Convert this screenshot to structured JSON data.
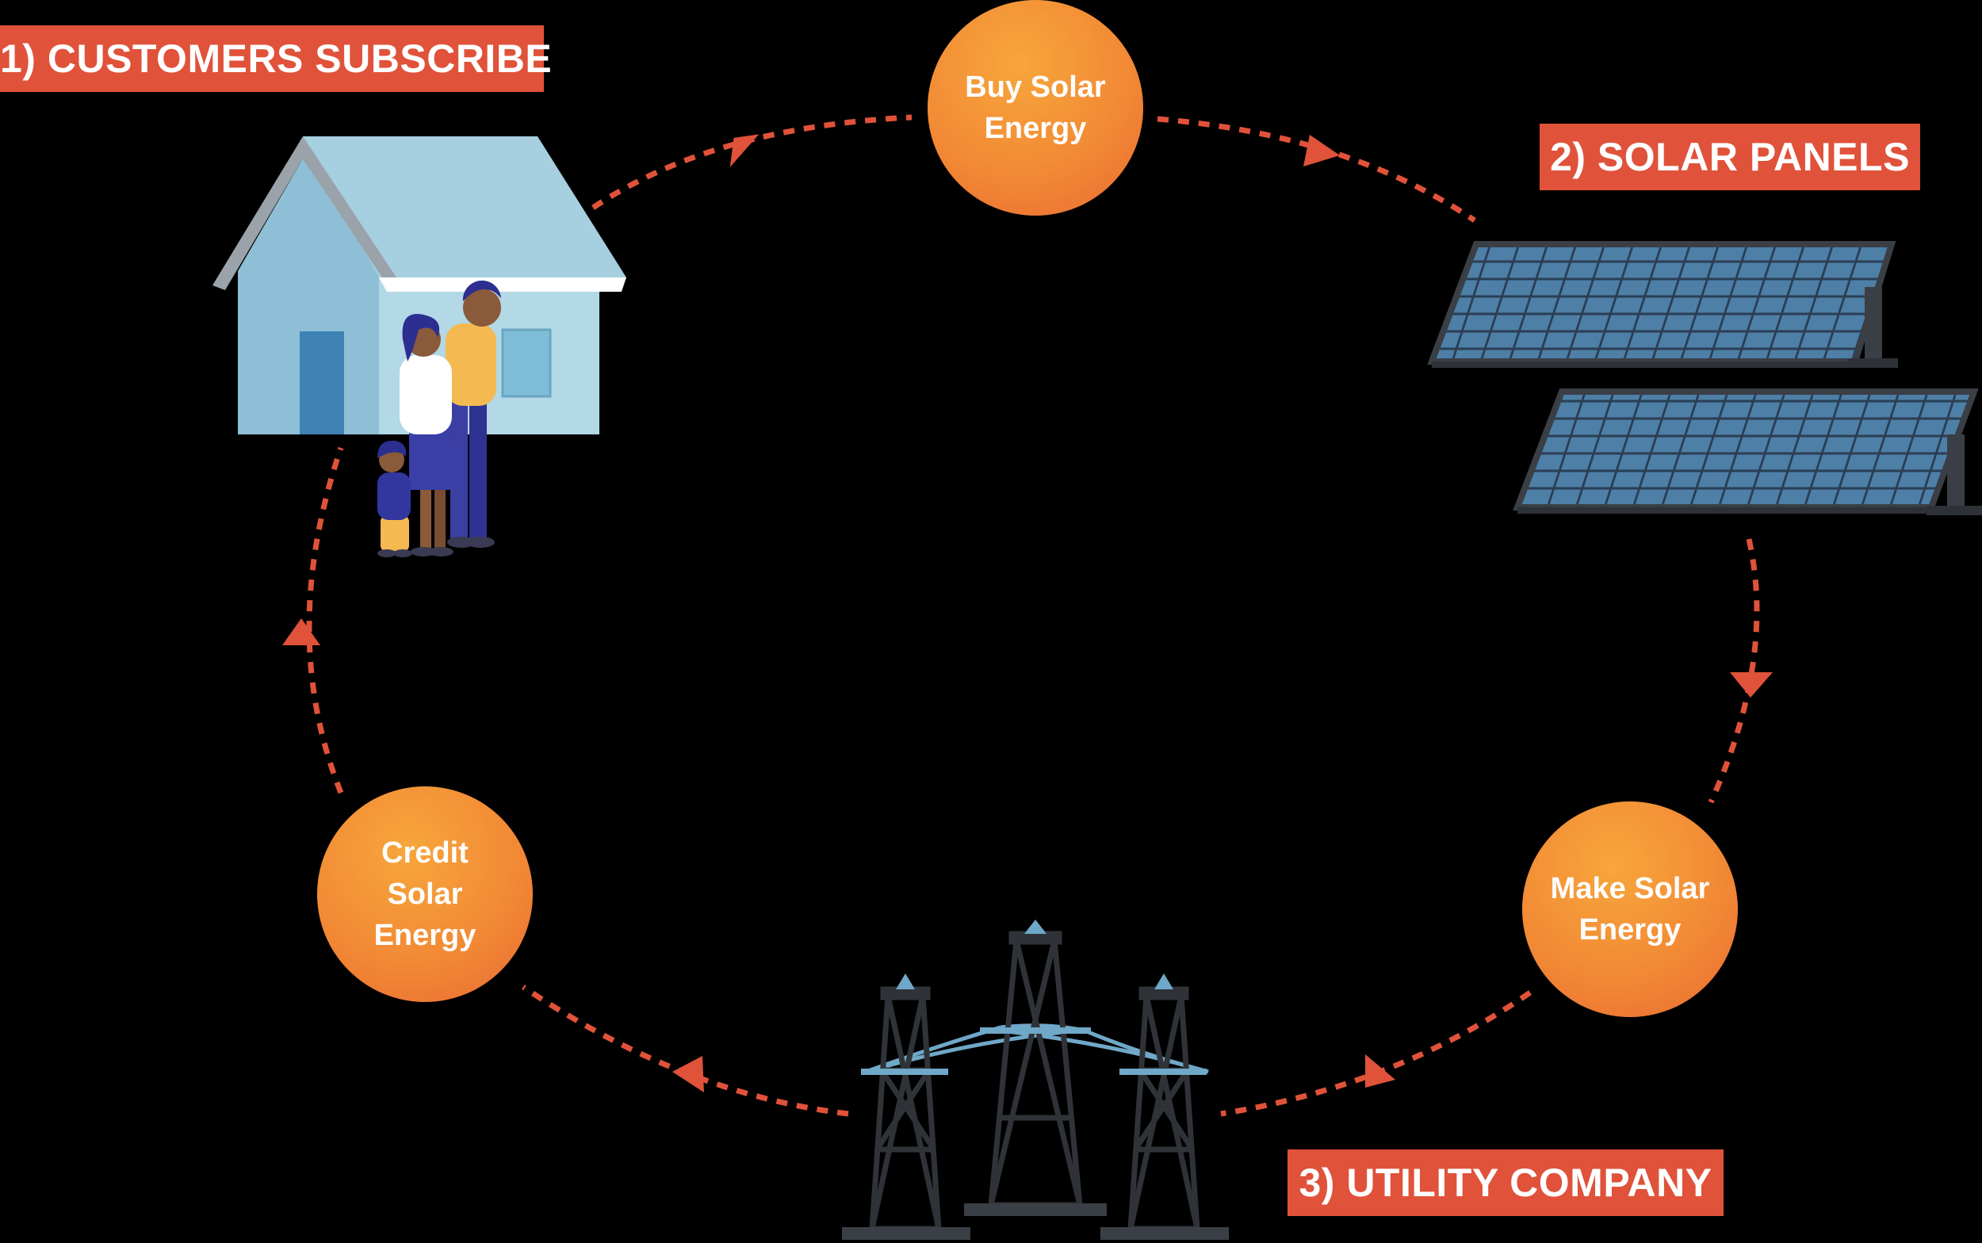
{
  "labels": {
    "customers": "1) CUSTOMERS SUBSCRIBE",
    "solar_panels": "2) SOLAR PANELS",
    "utility": "3) UTILITY COMPANY"
  },
  "steps": {
    "buy": "Buy Solar\nEnergy",
    "make": "Make Solar\nEnergy",
    "credit": "Credit Solar\nEnergy"
  },
  "colors": {
    "background": "#000000",
    "accent": "#e0523a",
    "circle": "#f28a35",
    "house": "#a9d2e2",
    "panel": "#4e7fa6",
    "tower": "#2f3338"
  },
  "icons": [
    "house-icon",
    "family-icon",
    "solar-panels-icon",
    "power-tower-icon",
    "arrow-icon"
  ]
}
